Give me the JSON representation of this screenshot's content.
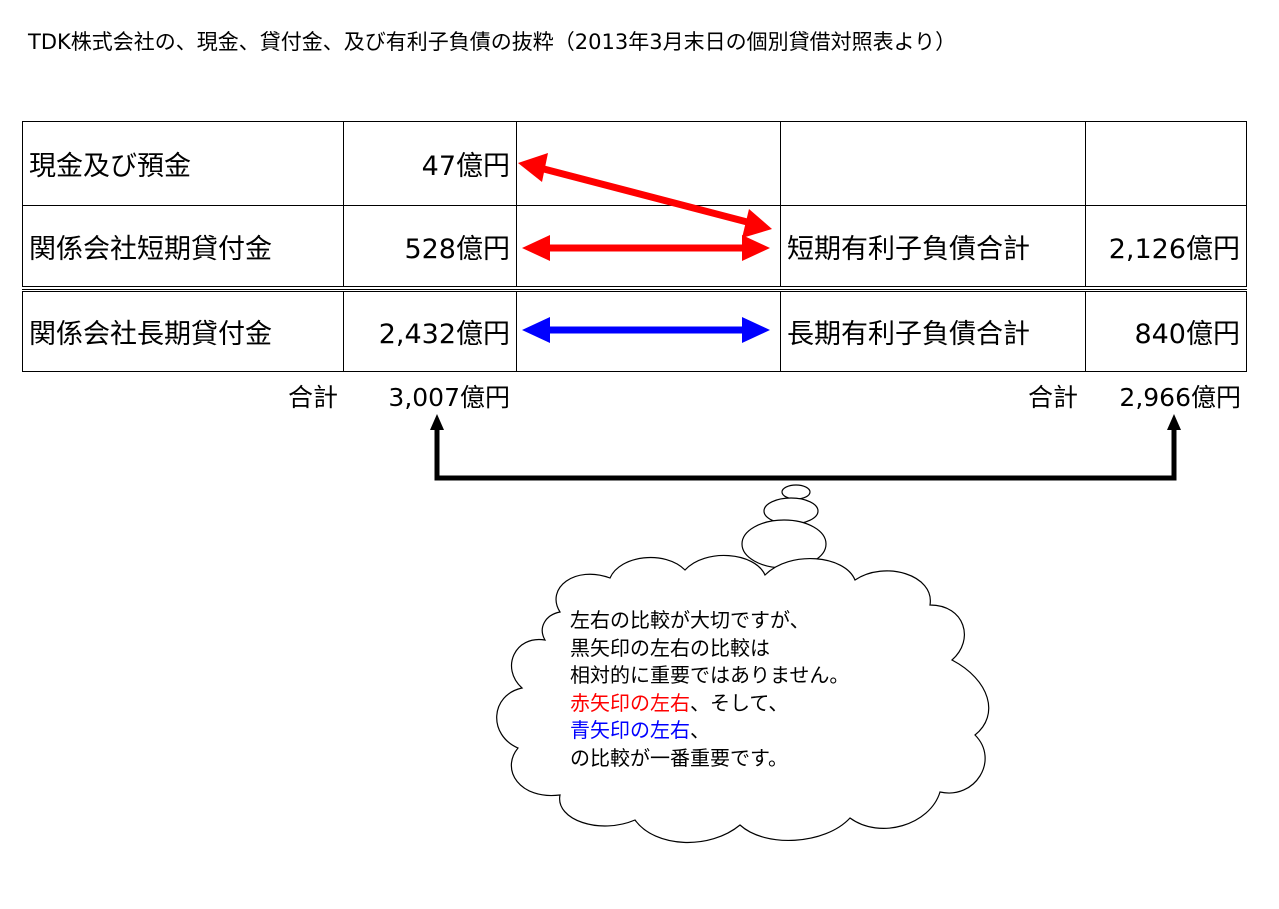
{
  "title": "TDK株式会社の、現金、貸付金、及び有利子負債の抜粋（2013年3月末日の個別貸借対照表より）",
  "table": {
    "rows": [
      {
        "left_label": "現金及び預金",
        "left_value": "47億円",
        "right_label": "",
        "right_value": ""
      },
      {
        "left_label": "関係会社短期貸付金",
        "left_value": "528億円",
        "right_label": "短期有利子負債合計",
        "right_value": "2,126億円"
      },
      {
        "left_label": "関係会社長期貸付金",
        "left_value": "2,432億円",
        "right_label": "長期有利子負債合計",
        "right_value": "840億円"
      }
    ],
    "totals": {
      "left_label": "合計",
      "left_value": "3,007億円",
      "right_label": "合計",
      "right_value": "2,966億円"
    }
  },
  "arrows": {
    "red_color": "#ff0000",
    "blue_color": "#0000ff",
    "black_color": "#000000"
  },
  "cloud": {
    "line1": "左右の比較が大切ですが、",
    "line2": "黒矢印の左右の比較は",
    "line3": "相対的に重要ではありません。",
    "line4_red": "赤矢印の左右",
    "line4_rest": "、そして、",
    "line5_blue": "青矢印の左右",
    "line5_rest": "、",
    "line6": "の比較が一番重要です。"
  }
}
